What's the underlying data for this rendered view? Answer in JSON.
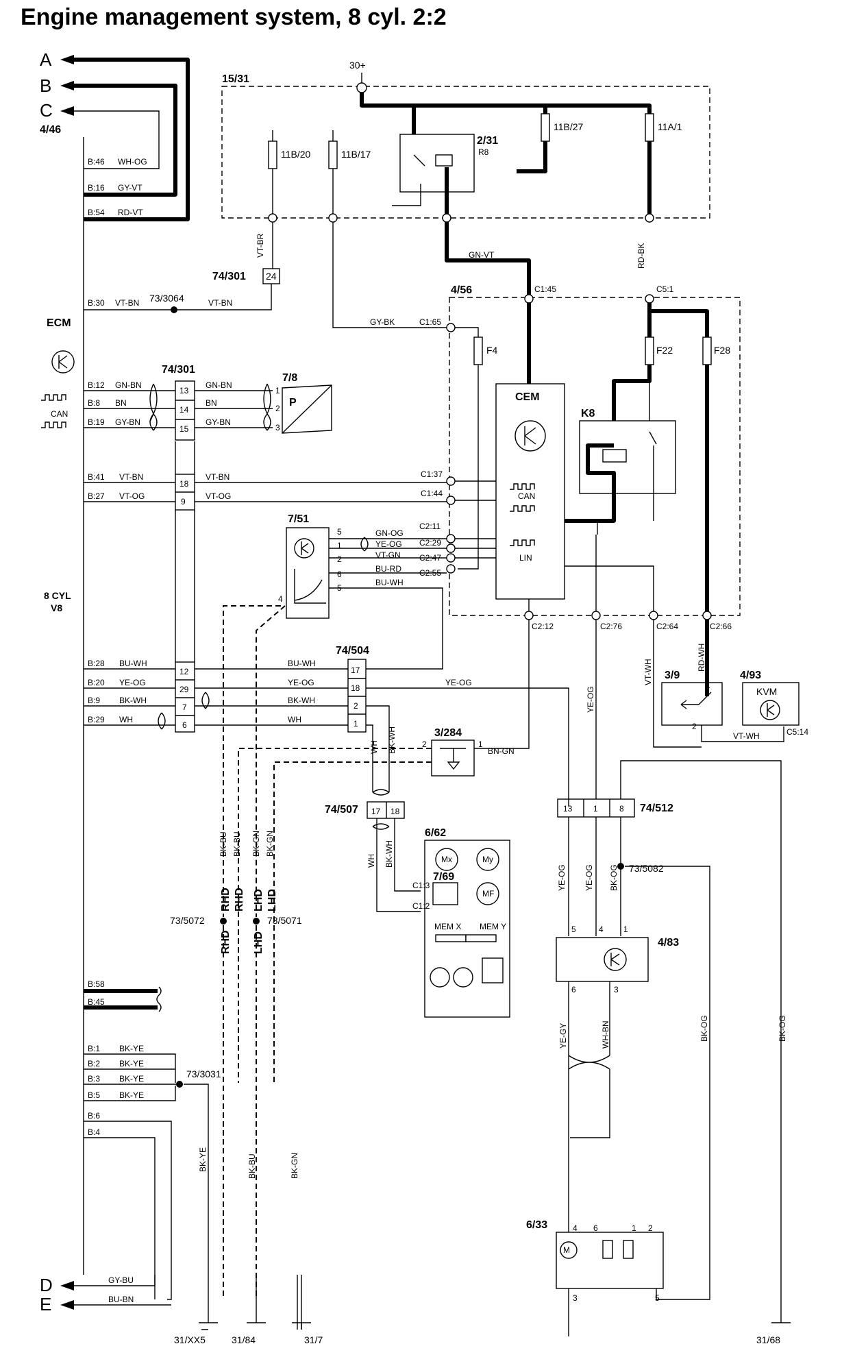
{
  "title": "Engine management system, 8 cyl. 2:2",
  "outputs": [
    "A",
    "B",
    "C",
    "D",
    "E"
  ],
  "supply": "30+",
  "ground_points": [
    "31/XX5",
    "31/84",
    "31/7",
    "31/68"
  ],
  "components": {
    "ecm": {
      "ref": "4/46",
      "name": "ECM",
      "can": "CAN",
      "engine_line1": "8 CYL",
      "engine_line2": "V8"
    },
    "relay_box": {
      "ref": "15/31"
    },
    "fuses_top": [
      "11B/20",
      "11B/17",
      "11B/27",
      "11A/1"
    ],
    "relay": {
      "ref": "2/31",
      "sub": "R8"
    },
    "cem": {
      "ref": "4/56",
      "name": "CEM",
      "can": "CAN",
      "lin": "LIN",
      "fuses": [
        "F4",
        "F22",
        "F28"
      ],
      "relay": "K8"
    },
    "connectors": [
      "74/301",
      "74/504",
      "74/507",
      "74/512"
    ],
    "splices": [
      "73/3064",
      "73/3031",
      "73/5072",
      "73/5071",
      "73/5082"
    ],
    "sensor_78": {
      "ref": "7/8",
      "label": "P"
    },
    "module_751": {
      "ref": "7/51"
    },
    "switch_39": {
      "ref": "3/9"
    },
    "switch_3284": {
      "ref": "3/284"
    },
    "kvm": {
      "ref": "4/93",
      "name": "KVM"
    },
    "unit_662": {
      "ref": "6/62",
      "inner": "7/69",
      "my": "My",
      "mx": "Mx",
      "mf": "MF",
      "mem_x": "MEM X",
      "mem_y": "MEM Y"
    },
    "unit_483": {
      "ref": "4/83"
    },
    "motor_633": {
      "ref": "6/33"
    },
    "rhd": "RHD",
    "lhd": "LHD"
  },
  "ecm_pins": [
    {
      "pin": "B:46",
      "wire": "WH-OG"
    },
    {
      "pin": "B:16",
      "wire": "GY-VT"
    },
    {
      "pin": "B:54",
      "wire": "RD-VT"
    },
    {
      "pin": "B:30",
      "wire": "VT-BN"
    },
    {
      "pin": "B:12",
      "wire": "GN-BN"
    },
    {
      "pin": "B:8",
      "wire": "BN"
    },
    {
      "pin": "B:19",
      "wire": "GY-BN"
    },
    {
      "pin": "B:41",
      "wire": "VT-BN"
    },
    {
      "pin": "B:27",
      "wire": "VT-OG"
    },
    {
      "pin": "B:28",
      "wire": "BU-WH"
    },
    {
      "pin": "B:20",
      "wire": "YE-OG"
    },
    {
      "pin": "B:9",
      "wire": "BK-WH"
    },
    {
      "pin": "B:29",
      "wire": "WH"
    },
    {
      "pin": "B:58",
      "wire": ""
    },
    {
      "pin": "B:45",
      "wire": ""
    },
    {
      "pin": "B:1",
      "wire": "BK-YE"
    },
    {
      "pin": "B:2",
      "wire": "BK-YE"
    },
    {
      "pin": "B:3",
      "wire": "BK-YE"
    },
    {
      "pin": "B:5",
      "wire": "BK-YE"
    },
    {
      "pin": "B:6",
      "wire": ""
    },
    {
      "pin": "B:4",
      "wire": ""
    }
  ],
  "ecm_bottom_wires": [
    "GY-BU",
    "BU-BN"
  ],
  "conn_301_pins": [
    "24",
    "13",
    "14",
    "15",
    "18",
    "9",
    "12",
    "29",
    "7",
    "6"
  ],
  "conn_504_pins": [
    "17",
    "18",
    "2",
    "1"
  ],
  "conn_507_pins": [
    "17",
    "18"
  ],
  "conn_512_pins": [
    "13",
    "1",
    "8"
  ],
  "cem_pins": [
    "C1:45",
    "C5:1",
    "C1:65",
    "C1:37",
    "C1:44",
    "C2:11",
    "C2:29",
    "C2:47",
    "C2:55",
    "C2:12",
    "C2:76",
    "C2:64",
    "C2:66",
    "C5:14",
    "C1:3",
    "C1:2"
  ],
  "wires_misc": [
    "VT-BR",
    "GN-VT",
    "RD-BK",
    "GY-BK",
    "VT-BN",
    "GN-BN",
    "BN",
    "GY-BN",
    "VT-BN",
    "VT-OG",
    "GN-OG",
    "YE-OG",
    "VT-GN",
    "BU-RD",
    "BU-WH",
    "BU-WH",
    "YE-OG",
    "BK-WH",
    "WH",
    "YE-OG",
    "VT-WH",
    "RD-WH",
    "VT-WH",
    "WH",
    "BK-WH",
    "BN-GN",
    "WH",
    "BK-WH",
    "BK-BU",
    "BK-BU",
    "BK-GN",
    "BK-GN",
    "YE-OG",
    "YE-OG",
    "BK-OG",
    "YE-GY",
    "WH-BN",
    "BK-OG",
    "BK-OG",
    "BK-YE",
    "BK-BU",
    "BK-GN"
  ],
  "pin_numbers": [
    "1",
    "2",
    "3",
    "5",
    "1",
    "2",
    "1",
    "2",
    "1",
    "2",
    "1",
    "2",
    "1",
    "2",
    "1",
    "2",
    "1",
    "2",
    "3",
    "1",
    "2",
    "3",
    "6",
    "5",
    "4",
    "1",
    "2",
    "1",
    "2",
    "5",
    "4",
    "1",
    "6",
    "3",
    "4",
    "6",
    "1",
    "2",
    "3",
    "5"
  ]
}
